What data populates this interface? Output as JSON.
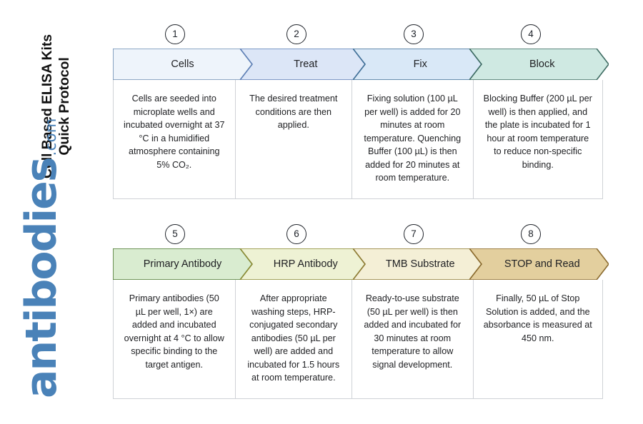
{
  "title": {
    "line1": "Cell Based ELISA Kits",
    "line2": "Quick Protocol"
  },
  "logo": {
    "word": "antibodies",
    "tld": ".com",
    "color": "#4a82b8"
  },
  "rows": [
    {
      "steps": [
        {
          "number": "1",
          "label": "Cells",
          "body": "Cells are seeded into microplate wells and incubated overnight at 37 °C in a humidified atmosphere containing 5% CO₂.",
          "fill": "#eef4fb",
          "stroke": "#6d8db3"
        },
        {
          "number": "2",
          "label": "Treat",
          "body": "The desired treatment conditions are then applied.",
          "fill": "#dce6f7",
          "stroke": "#5d7fb5"
        },
        {
          "number": "3",
          "label": "Fix",
          "body": "Fixing solution (100 µL per well) is added for 20 minutes at room temperature. Quenching Buffer (100 µL) is then added for 20 minutes at room temperature.",
          "fill": "#d9e8f7",
          "stroke": "#3f6f96"
        },
        {
          "number": "4",
          "label": "Block",
          "body": "Blocking Buffer (200 µL per well) is then applied, and the plate is incubated for 1 hour at room temperature to reduce non-specific binding.",
          "fill": "#cfe9e2",
          "stroke": "#3d6b61"
        }
      ]
    },
    {
      "steps": [
        {
          "number": "5",
          "label": "Primary Antibody",
          "body": "Primary antibodies (50 µL per well, 1×) are added and incubated overnight at 4 °C to allow specific binding to the target antigen.",
          "fill": "#d9ecd0",
          "stroke": "#4f7a33"
        },
        {
          "number": "6",
          "label": "HRP Antibody",
          "body": "After appropriate washing steps, HRP-conjugated secondary antibodies (50 µL per well) are added and incubated for 1.5 hours at room temperature.",
          "fill": "#eef2d4",
          "stroke": "#8a8a33"
        },
        {
          "number": "7",
          "label": "TMB Substrate",
          "body": "Ready-to-use substrate (50 µL per well) is then added and incubated for 30 minutes at room temperature to allow signal development.",
          "fill": "#f4efd6",
          "stroke": "#8d7a33"
        },
        {
          "number": "8",
          "label": "STOP and Read",
          "body": "Finally, 50 µL of Stop Solution is added, and the absorbance is measured at 450 nm.",
          "fill": "#e3cf9e",
          "stroke": "#8a6a2e"
        }
      ]
    }
  ],
  "layout": {
    "chevron_widths": [
      195,
      175,
      180,
      195
    ],
    "number_centers": [
      86,
      256,
      420,
      584
    ],
    "cell_widths": [
      171,
      164,
      170,
      181
    ]
  }
}
